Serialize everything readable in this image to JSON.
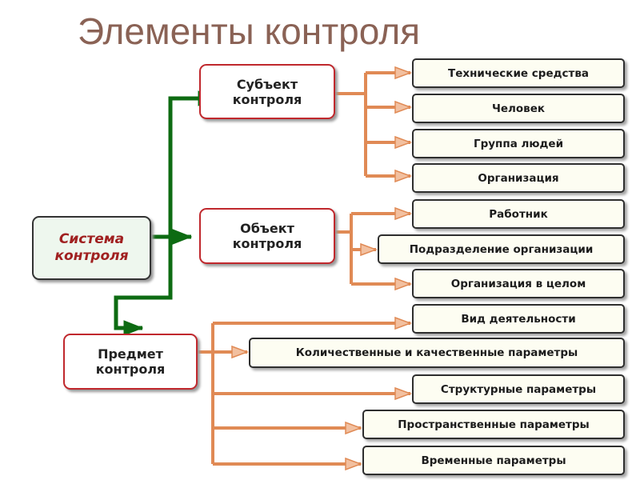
{
  "title": "Элементы контроля",
  "system": "Система\nконтроля",
  "subject": {
    "label": "Субъект\nконтроля",
    "items": [
      "Технические средства",
      "Человек",
      "Группа людей",
      "Организация"
    ]
  },
  "object": {
    "label": "Объект\nконтроля",
    "items": [
      "Работник",
      "Подразделение организации",
      "Организация в целом"
    ]
  },
  "matter": {
    "label": "Предмет\nконтроля",
    "items": [
      "Вид деятельности",
      "Количественные и качественные параметры",
      "Структурные параметры",
      "Пространственные параметры",
      "Временные  параметры"
    ]
  },
  "colors": {
    "title": "#8a6255",
    "main_border": "#c0282d",
    "green_connector": "#0d6b12",
    "orange_connector": "#e08a55",
    "system_text": "#a02020"
  }
}
